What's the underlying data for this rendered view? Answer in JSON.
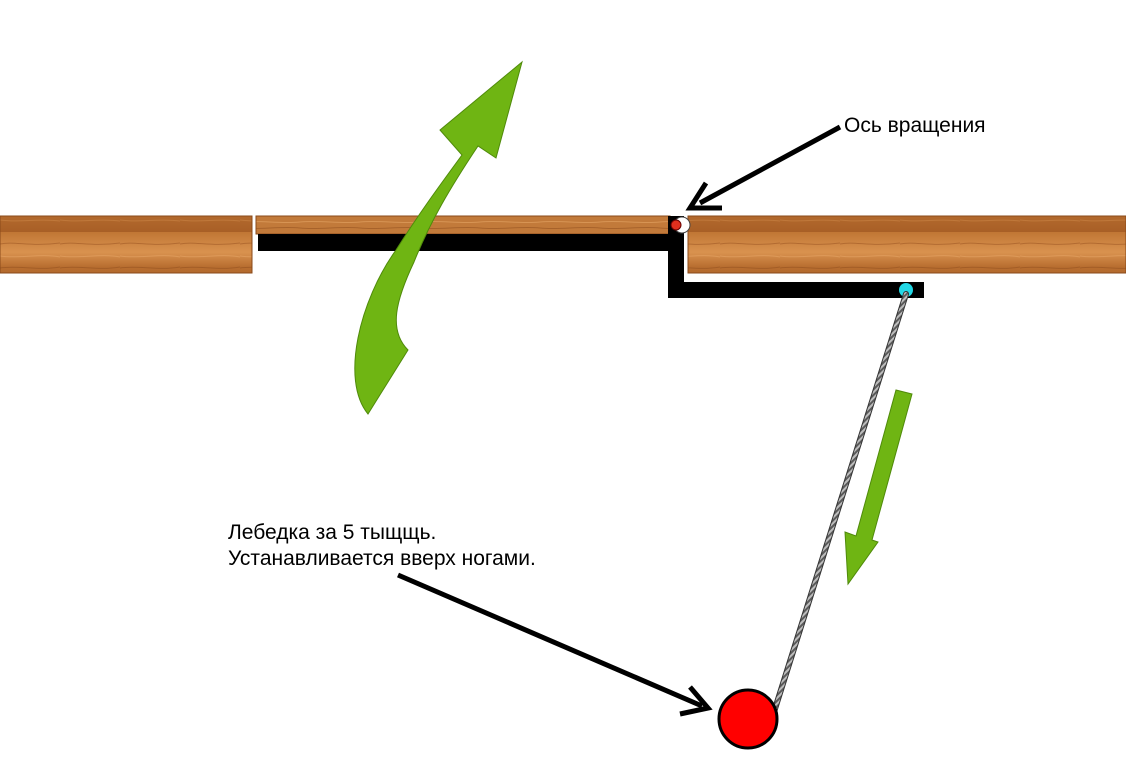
{
  "labels": {
    "axis": "Ось вращения",
    "winch_line1": "Лебедка за 5 тыщщь.",
    "winch_line2": "Устанавливается вверх ногами."
  },
  "colors": {
    "wood": "#b5692e",
    "wood_light": "#d08a4c",
    "bracket": "#000000",
    "arrow_green": "#6fb513",
    "pivot_red": "#e0301e",
    "attach_cyan": "#22d8e6",
    "winch_red": "#ff0000"
  }
}
